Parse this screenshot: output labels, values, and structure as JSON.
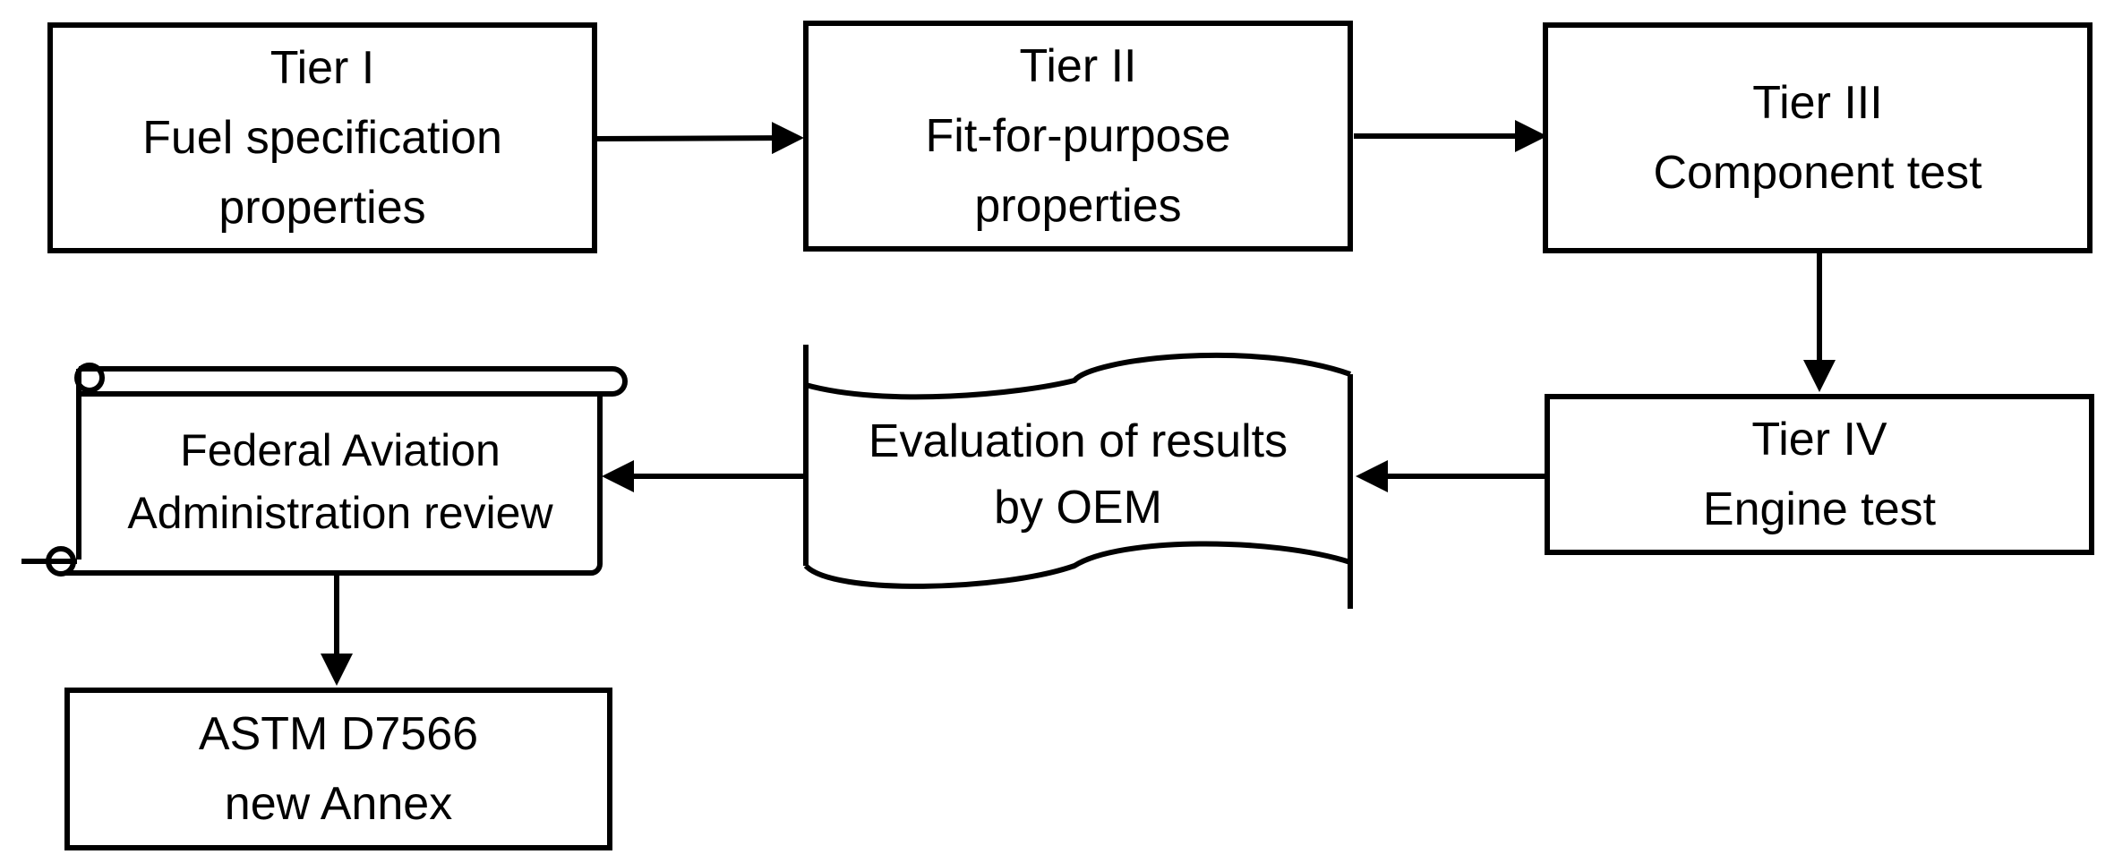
{
  "diagram": {
    "tier1": {
      "line1": "Tier I",
      "line2": "Fuel specification",
      "line3": "properties"
    },
    "tier2": {
      "line1": "Tier II",
      "line2": "Fit-for-purpose",
      "line3": "properties"
    },
    "tier3": {
      "line1": "Tier III",
      "line2": "Component test"
    },
    "tier4": {
      "line1": "Tier IV",
      "line2": "Engine test"
    },
    "evaluation": {
      "line1": "Evaluation of results",
      "line2": "by OEM"
    },
    "faa": {
      "line1": "Federal Aviation",
      "line2": "Administration review"
    },
    "astm": {
      "line1": "ASTM D7566",
      "line2": "new Annex"
    }
  }
}
